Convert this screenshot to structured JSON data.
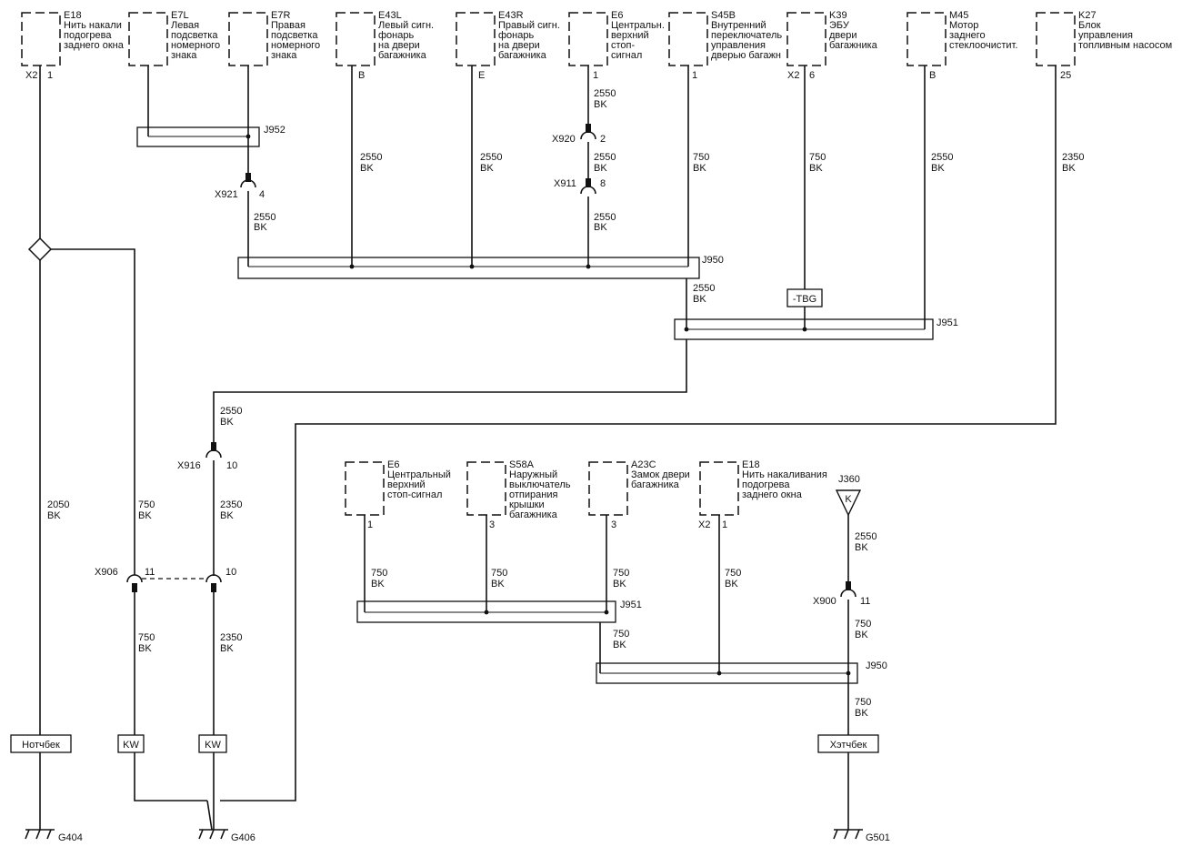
{
  "components": [
    {
      "id": "E18",
      "desc": [
        "Нить накали",
        "подогрева",
        "заднего окна"
      ]
    },
    {
      "id": "E7L",
      "desc": [
        "Левая",
        "подсветка",
        "номерного",
        "знака"
      ]
    },
    {
      "id": "E7R",
      "desc": [
        "Правая",
        "подсветка",
        "номерного",
        "знака"
      ]
    },
    {
      "id": "E43L",
      "desc": [
        "Левый сигн.",
        "фонарь",
        "на двери",
        "багажника"
      ]
    },
    {
      "id": "E43R",
      "desc": [
        "Правый сигн.",
        "фонарь",
        "на двери",
        "багажника"
      ]
    },
    {
      "id": "E6",
      "desc": [
        "Центральн.",
        "верхний",
        "стоп-",
        "сигнал"
      ]
    },
    {
      "id": "S45B",
      "desc": [
        "Внутренний",
        "переключатель",
        "управления",
        "дверью багажн"
      ]
    },
    {
      "id": "K39",
      "desc": [
        "ЭБУ",
        "двери",
        "багажника"
      ]
    },
    {
      "id": "M45",
      "desc": [
        "Мотор",
        "заднего",
        "стеклоочистит."
      ]
    },
    {
      "id": "K27",
      "desc": [
        "Блок",
        "управления",
        "топливным насосом"
      ]
    },
    {
      "id": "E6",
      "desc": [
        "Центральный",
        "верхний",
        "стоп-сигнал"
      ]
    },
    {
      "id": "S58A",
      "desc": [
        "Наружный",
        "выключатель",
        "отпирания",
        "крышки",
        "багажника"
      ]
    },
    {
      "id": "A23C",
      "desc": [
        "Замок двери",
        "багажника"
      ]
    },
    {
      "id": "E18",
      "desc": [
        "Нить накаливания",
        "подогрева",
        "заднего окна"
      ]
    }
  ],
  "pins": {
    "e18_top_x": "X2",
    "e18_top_pin": "1",
    "e43l_pin": "B",
    "e43r_pin": "E",
    "e6_top_pin": "1",
    "s45b_pin": "1",
    "k39_x": "X2",
    "k39_pin": "6",
    "m45_pin": "B",
    "k27_pin": "25",
    "e6_bot_pin": "1",
    "s58a_pin": "3",
    "a23c_pin": "3",
    "e18_bot_x": "X2",
    "e18_bot_pin": "1"
  },
  "wires": {
    "w_e6_top": [
      "2550",
      "BK"
    ],
    "w_e6_mid": [
      "2550",
      "BK"
    ],
    "w_e6_low": [
      "2550",
      "BK"
    ],
    "w_e43l": [
      "2550",
      "BK"
    ],
    "w_e43r": [
      "2550",
      "BK"
    ],
    "w_s45b": [
      "750",
      "BK"
    ],
    "w_k39": [
      "750",
      "BK"
    ],
    "w_m45": [
      "2550",
      "BK"
    ],
    "w_k27": [
      "2350",
      "BK"
    ],
    "w_x921": [
      "2550",
      "BK"
    ],
    "w_j950_out": [
      "2550",
      "BK"
    ],
    "w_j951_down": [
      "2550",
      "BK"
    ],
    "w_x916_below": [
      "2350",
      "BK"
    ],
    "w_e18_left": [
      "2050",
      "BK"
    ],
    "w_mid_750": [
      "750",
      "BK"
    ],
    "w_x906_below": [
      "750",
      "BK"
    ],
    "w_x906_right_below": [
      "2350",
      "BK"
    ],
    "w_e6b": [
      "750",
      "BK"
    ],
    "w_s58a": [
      "750",
      "BK"
    ],
    "w_a23c": [
      "750",
      "BK"
    ],
    "w_e18b": [
      "750",
      "BK"
    ],
    "w_j951b_out": [
      "750",
      "BK"
    ],
    "w_j360": [
      "2550",
      "BK"
    ],
    "w_x900_below": [
      "750",
      "BK"
    ],
    "w_j950b_below": [
      "750",
      "BK"
    ]
  },
  "connectors": {
    "x920": "X920",
    "x920_pin": "2",
    "x911": "X911",
    "x911_pin": "8",
    "x921": "X921",
    "x921_pin": "4",
    "x916": "X916",
    "x916_pin": "10",
    "x906": "X906",
    "x906_pin": "11",
    "x906_pin_right": "10",
    "x900": "X900",
    "x900_pin": "11"
  },
  "splices": {
    "j952": "J952",
    "j950": "J950",
    "j951": "J951",
    "j951b": "J951",
    "j950b": "J950",
    "j360": "J360",
    "j360_letter": "K"
  },
  "labels": {
    "tbg": "-TBG",
    "notchback": "Нотчбек",
    "kw1": "KW",
    "kw2": "KW",
    "hatchback": "Хэтчбек"
  },
  "grounds": {
    "g404": "G404",
    "g406": "G406",
    "g501": "G501"
  }
}
